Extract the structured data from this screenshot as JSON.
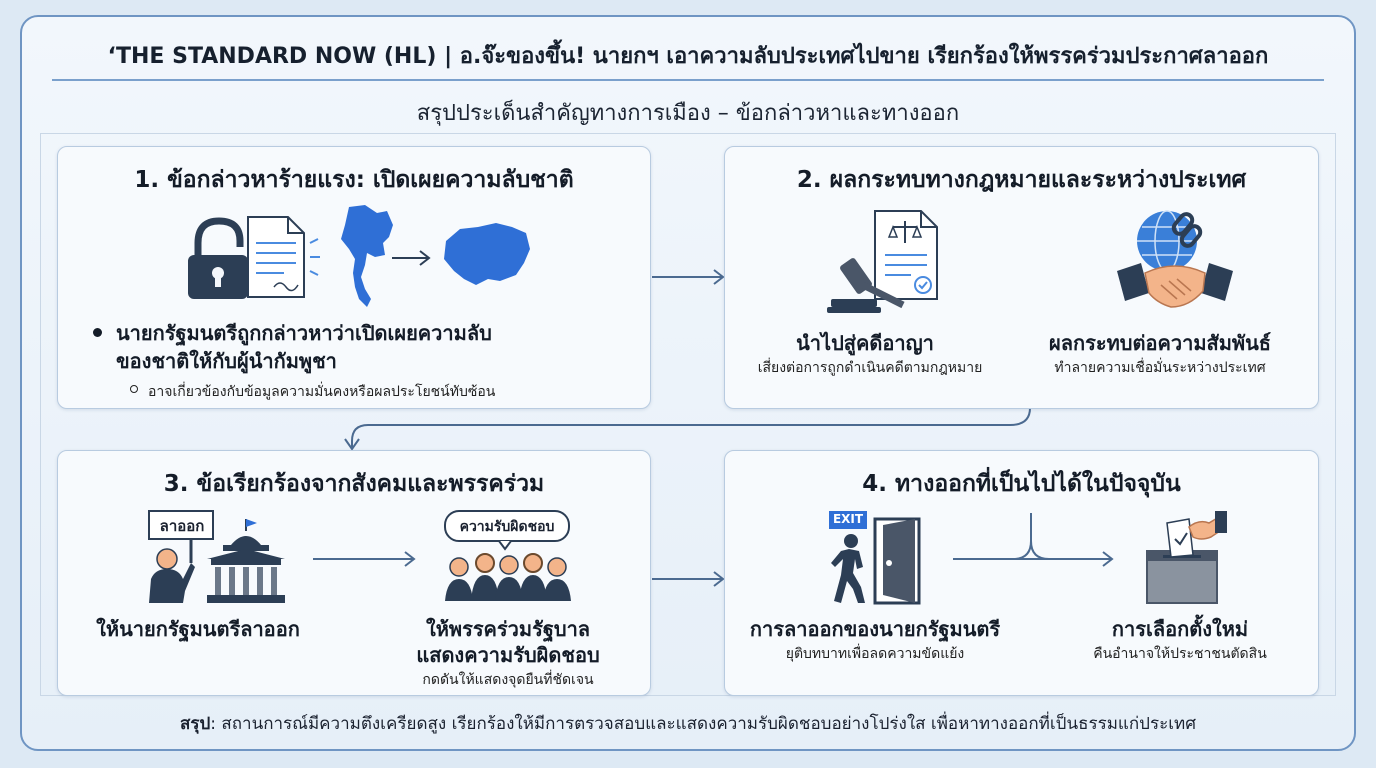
{
  "header": {
    "title": "‘THE STANDARD NOW (HL) | อ.จ๊ะของขึ้น! นายกฯ เอาความลับประเทศไปขาย เรียกร้องให้พรรคร่วมประกาศลาออก",
    "subtitle": "สรุปประเด็นสำคัญทางการเมือง – ข้อกล่าวหาและทางออก"
  },
  "cards": {
    "c1": {
      "title": "1. ข้อกล่าวหาร้ายแรง: เปิดเผยความลับชาติ",
      "bullet_line1": "นายกรัฐมนตรีถูกกล่าวหาว่าเปิดเผยความลับ",
      "bullet_line2": "ของชาติให้กับผู้นำกัมพูชา",
      "sub_bullet": "อาจเกี่ยวข้องกับข้อมูลความมั่นคงหรือผลประโยชน์ทับซ้อน"
    },
    "c2": {
      "title": "2. ผลกระทบทางกฎหมายและระหว่างประเทศ",
      "item1_title": "นำไปสู่คดีอาญา",
      "item1_desc": "เสี่ยงต่อการถูกดำเนินคดีตามกฎหมาย",
      "item2_title": "ผลกระทบต่อความสัมพันธ์",
      "item2_desc": "ทำลายความเชื่อมั่นระหว่างประเทศ"
    },
    "c3": {
      "title": "3. ข้อเรียกร้องจากสังคมและพรรคร่วม",
      "sign_text": "ลาออก",
      "speech_text": "ความรับผิดชอบ",
      "item1_title": "ให้นายกรัฐมนตรีลาออก",
      "item2_title_line1": "ให้พรรคร่วมรัฐบาล",
      "item2_title_line2": "แสดงความรับผิดชอบ",
      "item2_desc": "กดดันให้แสดงจุดยืนที่ชัดเจน"
    },
    "c4": {
      "title": "4. ทางออกที่เป็นไปได้ในปัจจุบัน",
      "exit_sign": "EXIT",
      "item1_title": "การลาออกของนายกรัฐมนตรี",
      "item1_desc": "ยุติบทบาทเพื่อลดความขัดแย้ง",
      "item2_title": "การเลือกตั้งใหม่",
      "item2_desc": "คืนอำนาจให้ประชาชนตัดสิน"
    }
  },
  "summary": {
    "label": "สรุป",
    "text": ": สถานการณ์มีความตึงเครียดสูง เรียกร้องให้มีการตรวจสอบและแสดงความรับผิดชอบอย่างโปร่งใส เพื่อหาทางออกที่เป็นธรรมแก่ประเทศ"
  },
  "icons": {
    "c1": [
      "padlock-icon",
      "document-icon",
      "thailand-map-icon",
      "arrow-right-icon",
      "cambodia-map-icon"
    ],
    "c2": [
      "gavel-icon",
      "legal-document-icon",
      "globe-chain-icon",
      "handshake-icon"
    ],
    "c3": [
      "protester-icon",
      "government-building-icon",
      "speech-bubble-icon",
      "crowd-icon"
    ],
    "c4": [
      "exit-door-icon",
      "walking-person-icon",
      "ballot-box-icon"
    ]
  },
  "colors": {
    "frame_border": "#6f95c3",
    "accent_blue": "#2f6fd6",
    "dark_navy": "#2c3e55",
    "arrow": "#4b6a90",
    "background": "#e6eff8"
  }
}
